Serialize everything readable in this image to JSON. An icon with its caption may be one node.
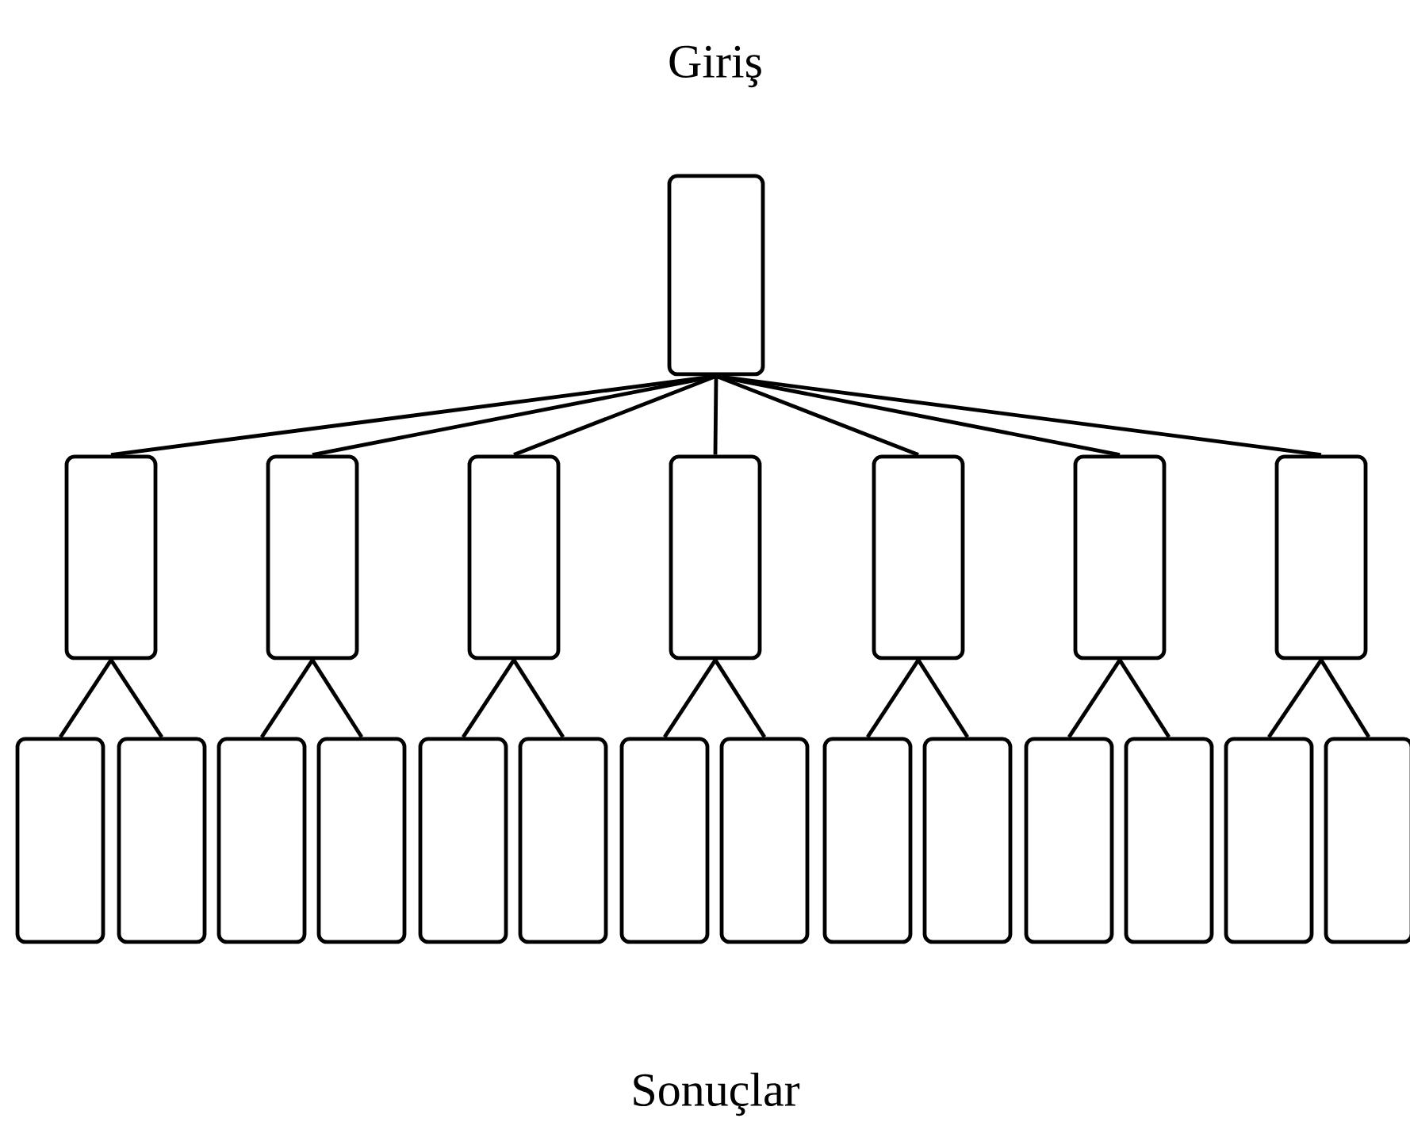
{
  "diagram": {
    "nodes": [
      {
        "text": [],
        "shape": "box"
      },
      {
        "text": [],
        "shape": "box"
      },
      {
        "text": [],
        "shape": "box"
      },
      {
        "text": [],
        "shape": "box"
      },
      {
        "text": [],
        "shape": "box"
      },
      {
        "text": [],
        "shape": "box"
      },
      {
        "text": [],
        "shape": "box"
      },
      {
        "text": [],
        "shape": "box"
      },
      {
        "text": [],
        "shape": "box"
      },
      {
        "text": [],
        "shape": "box"
      },
      {
        "text": [],
        "shape": "box"
      },
      {
        "text": [],
        "shape": "box"
      },
      {
        "text": [],
        "shape": "box"
      },
      {
        "text": [],
        "shape": "box"
      },
      {
        "text": [],
        "shape": "box"
      },
      {
        "text": [],
        "shape": "box"
      },
      {
        "text": [],
        "shape": "box"
      },
      {
        "text": [],
        "shape": "box"
      },
      {
        "text": [],
        "shape": "box"
      },
      {
        "text": [],
        "shape": "box"
      },
      {
        "text": [],
        "shape": "box"
      },
      {
        "text": [],
        "shape": "box"
      }
    ],
    "edges": [
      {
        "from": 0,
        "to": 1,
        "arrow": "none"
      },
      {
        "from": 0,
        "to": 2,
        "arrow": "none"
      },
      {
        "from": 0,
        "to": 3,
        "arrow": "none"
      },
      {
        "from": 0,
        "to": 4,
        "arrow": "none"
      },
      {
        "from": 0,
        "to": 5,
        "arrow": "none"
      },
      {
        "from": 0,
        "to": 6,
        "arrow": "none"
      },
      {
        "from": 0,
        "to": 7,
        "arrow": "none"
      },
      {
        "from": 1,
        "to": 8,
        "arrow": "none"
      },
      {
        "from": 1,
        "to": 9,
        "arrow": "none"
      },
      {
        "from": 2,
        "to": 10,
        "arrow": "none"
      },
      {
        "from": 2,
        "to": 11,
        "arrow": "none"
      },
      {
        "from": 3,
        "to": 12,
        "arrow": "none"
      },
      {
        "from": 3,
        "to": 13,
        "arrow": "none"
      },
      {
        "from": 4,
        "to": 14,
        "arrow": "none"
      },
      {
        "from": 4,
        "to": 15,
        "arrow": "none"
      },
      {
        "from": 5,
        "to": 16,
        "arrow": "none"
      },
      {
        "from": 5,
        "to": 17,
        "arrow": "none"
      },
      {
        "from": 6,
        "to": 18,
        "arrow": "none"
      },
      {
        "from": 6,
        "to": 19,
        "arrow": "none"
      },
      {
        "from": 7,
        "to": 20,
        "arrow": "none"
      },
      {
        "from": 7,
        "to": 21,
        "arrow": "none"
      }
    ],
    "labels": [
      "Giriş",
      "Sonuçlar"
    ]
  }
}
